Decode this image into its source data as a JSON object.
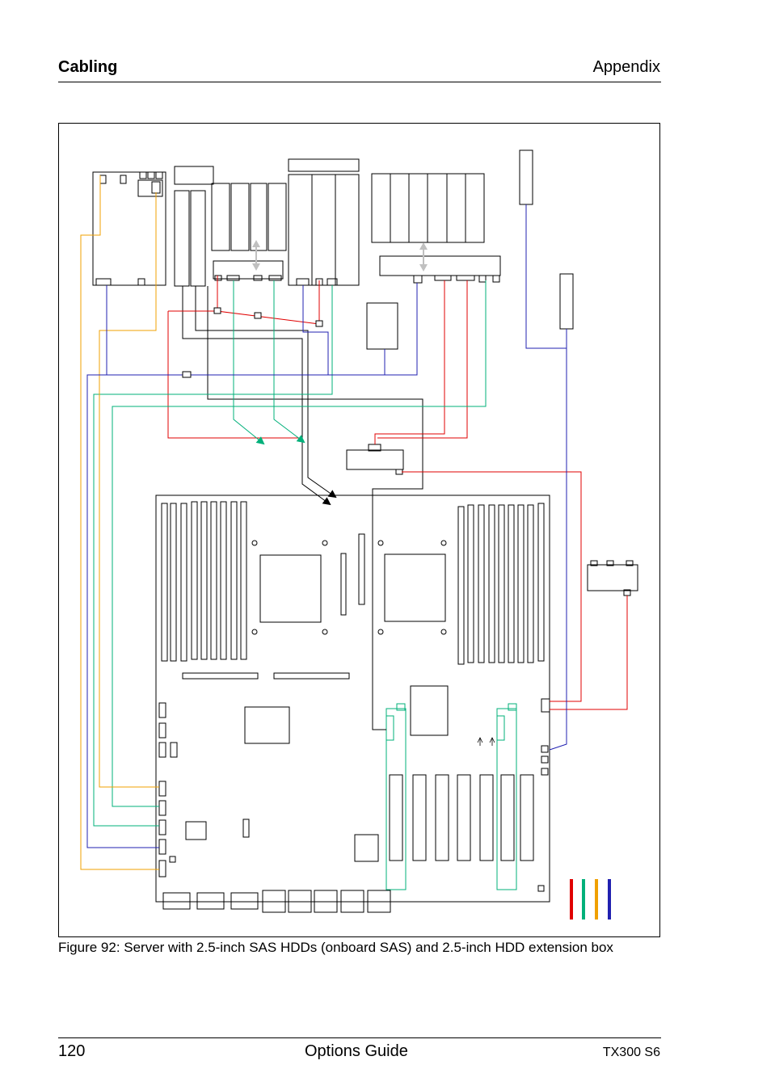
{
  "header": {
    "section": "Cabling",
    "chapter": "Appendix"
  },
  "figure": {
    "caption": "Figure 92: Server with 2.5-inch SAS HDDs (onboard SAS) and 2.5-inch HDD extension box",
    "cable_colors": {
      "red": "#e00000",
      "green": "#00b07a",
      "orange": "#f0a000",
      "blue": "#2020b0",
      "black": "#000000"
    }
  },
  "footer": {
    "page_number": "120",
    "doc_title": "Options Guide",
    "model": "TX300 S6"
  }
}
